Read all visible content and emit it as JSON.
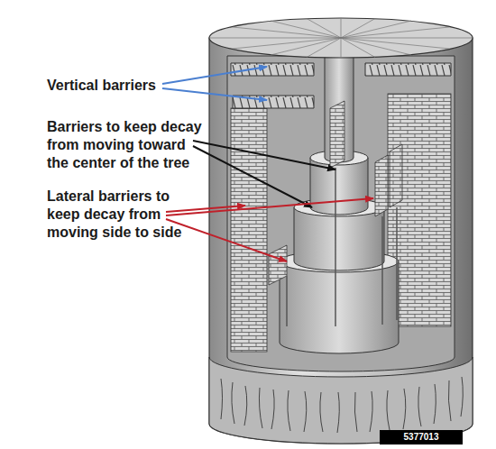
{
  "diagram": {
    "labels": [
      "Vertical barriers",
      "Barriers to keep decay from moving toward the center of the tree",
      "Lateral barriers to keep decay from moving side to side",
      "5377013"
    ]
  }
}
